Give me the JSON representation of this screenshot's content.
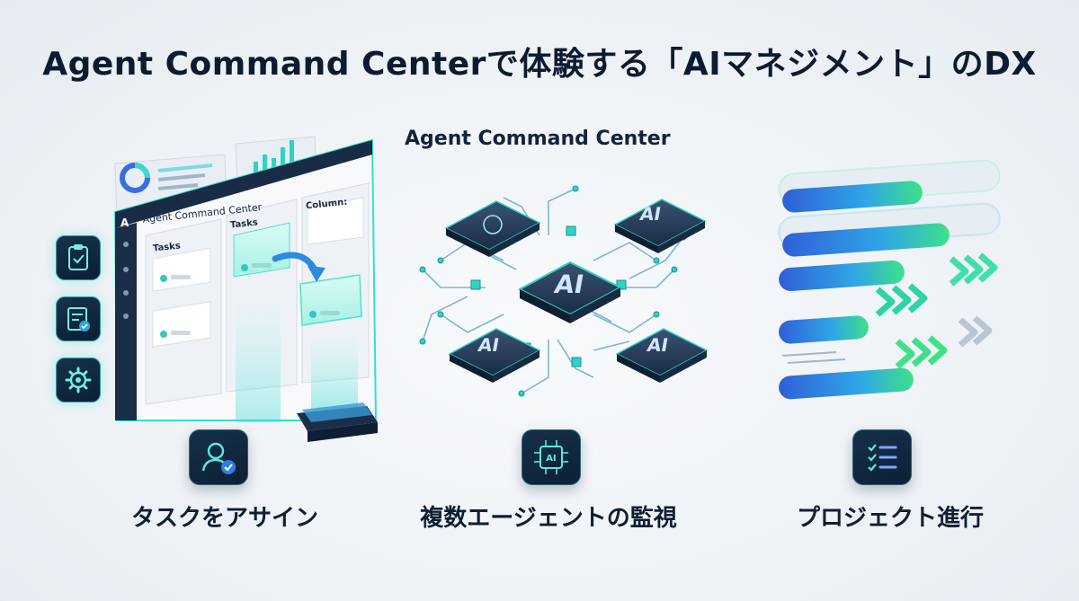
{
  "title": "Agent Command Centerで体験する「AIマネジメント」のDX",
  "center_heading": "Agent Command Center",
  "window": {
    "title": "Agent Command Center",
    "columns": [
      "Tasks",
      "Tasks",
      "Column:"
    ]
  },
  "chips": [
    "AI",
    "AI",
    "AI",
    "AI"
  ],
  "features": [
    {
      "label": "タスクをアサイン",
      "icon": "user-check-icon"
    },
    {
      "label": "複数エージェントの監視",
      "icon": "ai-chip-icon"
    },
    {
      "label": "プロジェクト進行",
      "icon": "checklist-icon"
    }
  ],
  "side_icons": [
    "clipboard-icon",
    "document-check-icon",
    "gear-icon"
  ],
  "colors": {
    "navy": "#0f2238",
    "teal": "#2fd3c3",
    "blue": "#2f6fe0",
    "green": "#3fe08a"
  }
}
